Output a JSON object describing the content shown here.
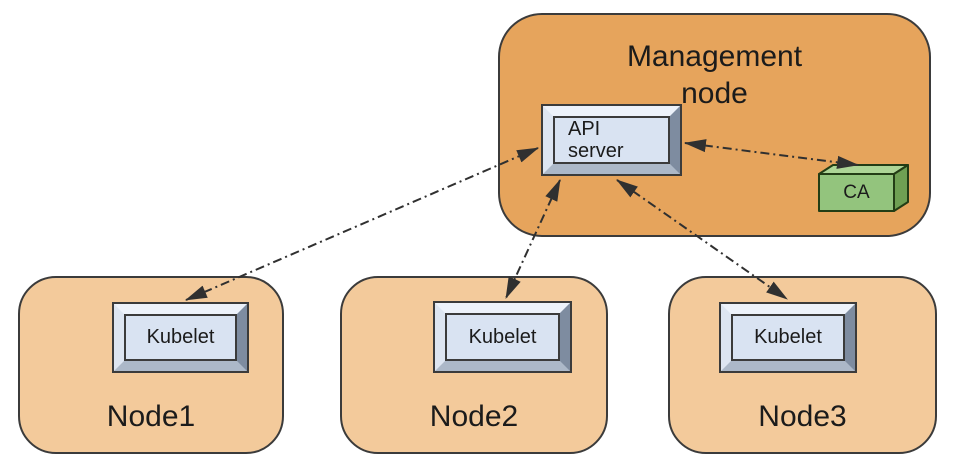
{
  "management_node": {
    "label": "Management\nnode",
    "api_server_label": "API\nserver",
    "ca_label": "CA"
  },
  "nodes": [
    {
      "label": "Node1",
      "component_label": "Kubelet"
    },
    {
      "label": "Node2",
      "component_label": "Kubelet"
    },
    {
      "label": "Node3",
      "component_label": "Kubelet"
    }
  ],
  "connections": [
    {
      "from": "API server",
      "to": "Kubelet (Node1)",
      "style": "dash-dot",
      "bidirectional": true
    },
    {
      "from": "API server",
      "to": "Kubelet (Node2)",
      "style": "dash-dot",
      "bidirectional": true
    },
    {
      "from": "API server",
      "to": "Kubelet (Node3)",
      "style": "dash-dot",
      "bidirectional": true
    },
    {
      "from": "API server",
      "to": "CA",
      "style": "dash-dot",
      "bidirectional": true
    }
  ],
  "colors": {
    "management_fill": "#E6A45C",
    "node_fill": "#F3CA9B",
    "shape_outline": "#3B3B3B",
    "panel_fill": "#D9E3F2",
    "bevel_top": "#EDF2FA",
    "bevel_left": "#DDE5F1",
    "bevel_right": "#7E8CA0",
    "bevel_bottom": "#ACB8C8",
    "ca_front": "#93C47D",
    "ca_top": "#ADD596",
    "ca_side": "#6FA053",
    "ca_outline": "#233D15",
    "arrow": "#303030",
    "text": "#1B1B1B"
  }
}
